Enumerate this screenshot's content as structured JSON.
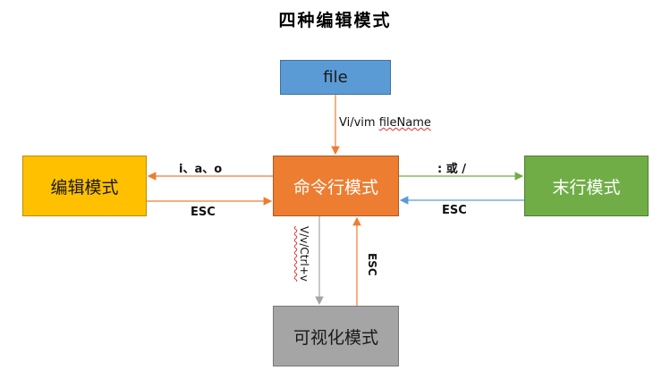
{
  "title": "四种编辑模式",
  "nodes": {
    "file": "file",
    "command": "命令行模式",
    "edit": "编辑模式",
    "lastline": "末行模式",
    "visual": "可视化模式"
  },
  "edges": {
    "file_to_command": {
      "label_prefix": "Vi/vim ",
      "label_squiggle": "fileName"
    },
    "command_to_edit": "i、a、o",
    "edit_to_command": "ESC",
    "command_to_lastline": ": 或 /",
    "lastline_to_command": "ESC",
    "command_to_visual": "V/v/Ctrl+v",
    "visual_to_command": "ESC"
  },
  "colors": {
    "file": "#5b9bd5",
    "command": "#ed7d31",
    "edit": "#ffc000",
    "lastline": "#70ad47",
    "visual": "#a5a5a5",
    "arrow_orange": "#ed7d31",
    "arrow_green": "#70ad47",
    "arrow_blue": "#5b9bd5",
    "arrow_gray": "#a5a5a5"
  }
}
